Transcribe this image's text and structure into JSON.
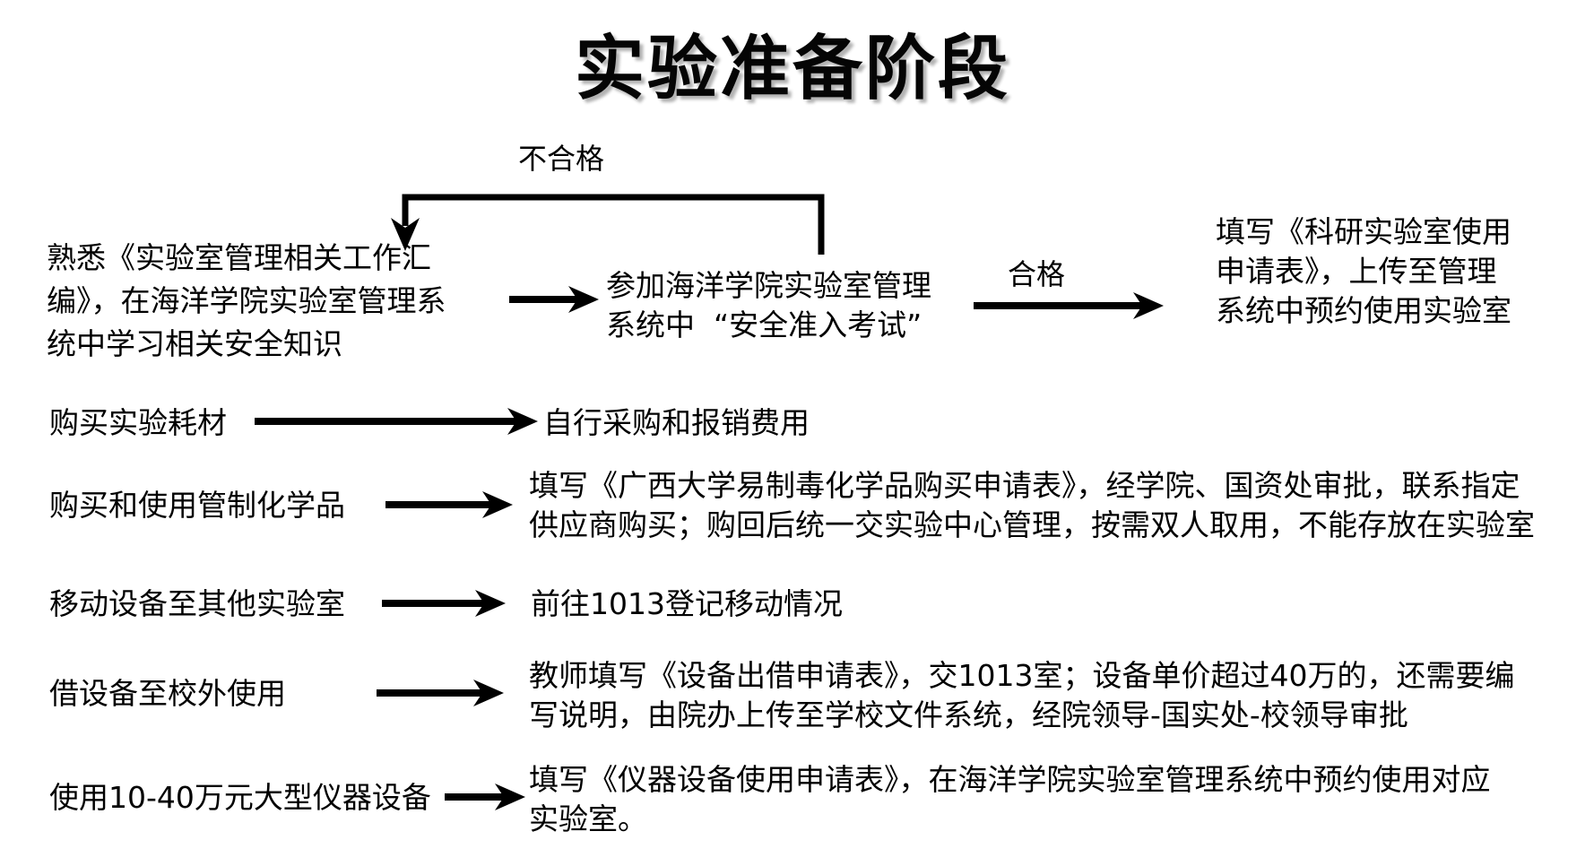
{
  "title": "实验准备阶段",
  "colors": {
    "text": "#000000",
    "background": "#ffffff",
    "arrows": "#000000"
  },
  "exam_flow": {
    "fail_label": "不合格",
    "pass_label": "合格",
    "step_study": {
      "lines": [
        "熟悉《实验室管理相关工作汇",
        "编》，在海洋学院实验室管理系",
        "统中学习相关安全知识"
      ]
    },
    "step_exam": {
      "lines": [
        "参加海洋学院实验室管理",
        "系统中  “安全准入考试”"
      ]
    },
    "step_apply": {
      "lines": [
        "填写《科研实验室使用",
        "申请表》，上传至管理",
        "系统中预约使用实验室"
      ]
    }
  },
  "rows": [
    {
      "label": "购买实验耗材",
      "result_lines": [
        "自行采购和报销费用"
      ]
    },
    {
      "label": "购买和使用管制化学品",
      "result_lines": [
        "填写《广西大学易制毒化学品购买申请表》，经学院、国资处审批，联系指定",
        "供应商购买；购回后统一交实验中心管理，按需双人取用，不能存放在实验室"
      ]
    },
    {
      "label": "移动设备至其他实验室",
      "result_lines": [
        "前往1013登记移动情况"
      ]
    },
    {
      "label": "借设备至校外使用",
      "result_lines": [
        "教师填写《设备出借申请表》，交1013室；设备单价超过40万的，还需要编",
        "写说明，由院办上传至学校文件系统，经院领导-国实处-校领导审批"
      ]
    },
    {
      "label": "使用10-40万元大型仪器设备",
      "result_lines": [
        "填写《仪器设备使用申请表》，在海洋学院实验室管理系统中预约使用对应",
        "实验室。"
      ]
    }
  ]
}
